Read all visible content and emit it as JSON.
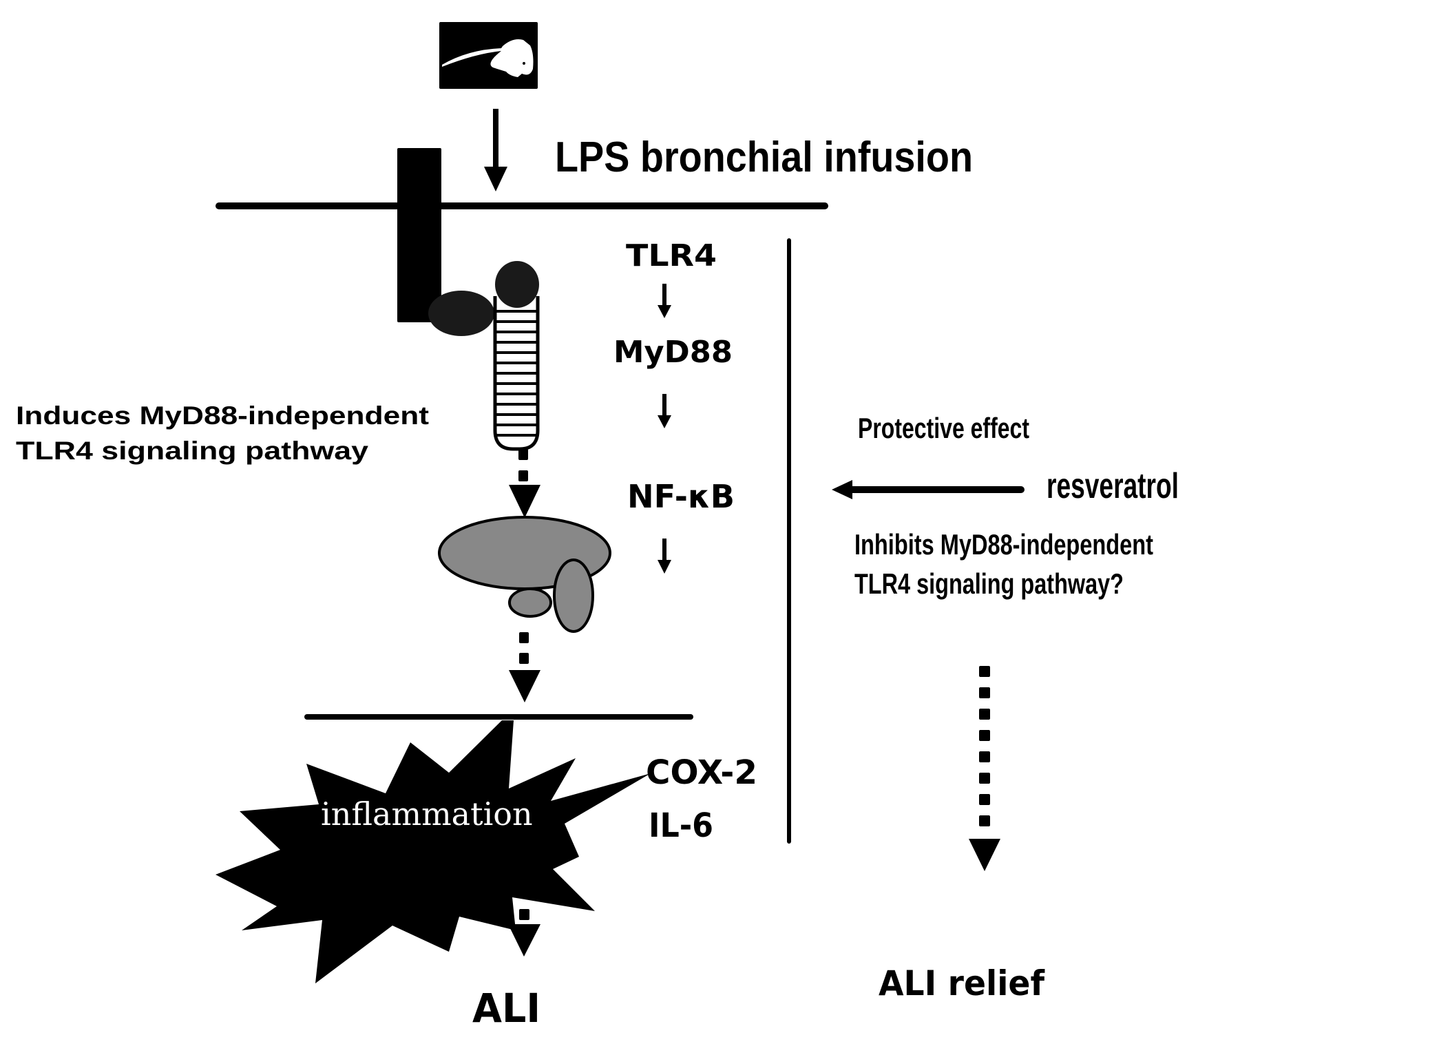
{
  "figure": {
    "labels": {
      "stimulus": "LPS bronchial infusion",
      "left_note_line1": "Induces MyD88-independent",
      "left_note_line2": "TLR4 signaling pathway",
      "cascade": [
        "TLR4",
        "MyD88",
        "NF-κB"
      ],
      "inflammation": "inflammation",
      "mediators": [
        "COX-2",
        "IL-6"
      ],
      "outcome_left": "ALI",
      "protective": "Protective effect",
      "agent": "resveratrol",
      "right_note_line1": "Inhibits MyD88-independent",
      "right_note_line2": "TLR4 signaling pathway?",
      "outcome_right": "ALI relief"
    },
    "icons": {
      "mouse": "mouse-photo-icon"
    },
    "colors": {
      "ink": "#000000",
      "nfkb_fill": "#888888",
      "adaptor_fill": "#1a1a1a",
      "background": "#ffffff"
    }
  }
}
